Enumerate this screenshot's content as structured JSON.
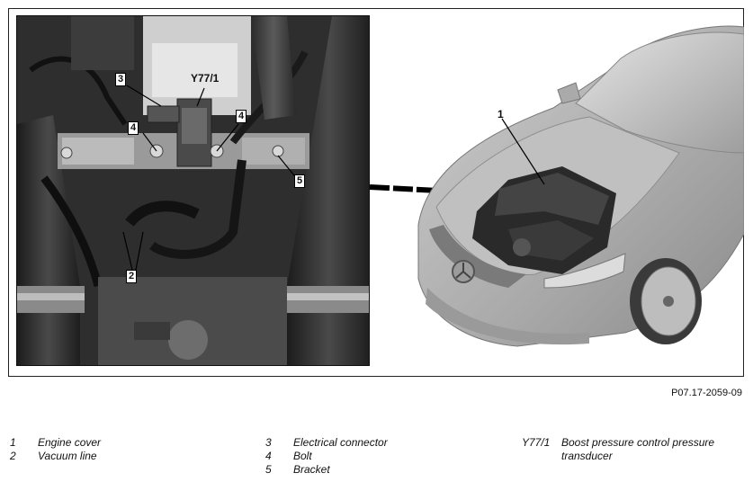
{
  "figure": {
    "id": "P07.17-2059-09"
  },
  "callouts": {
    "c1": "1",
    "c2": "2",
    "c3": "3",
    "c4a": "4",
    "c4b": "4",
    "c5": "5",
    "y77": "Y77/1"
  },
  "legend": {
    "col1": [
      {
        "num": "1",
        "label": "Engine cover"
      },
      {
        "num": "2",
        "label": "Vacuum line"
      }
    ],
    "col2": [
      {
        "num": "3",
        "label": "Electrical connector"
      },
      {
        "num": "4",
        "label": "Bolt"
      },
      {
        "num": "5",
        "label": "Bracket"
      }
    ],
    "col3": [
      {
        "num": "Y77/1",
        "label": "Boost pressure control pressure transducer"
      }
    ]
  }
}
